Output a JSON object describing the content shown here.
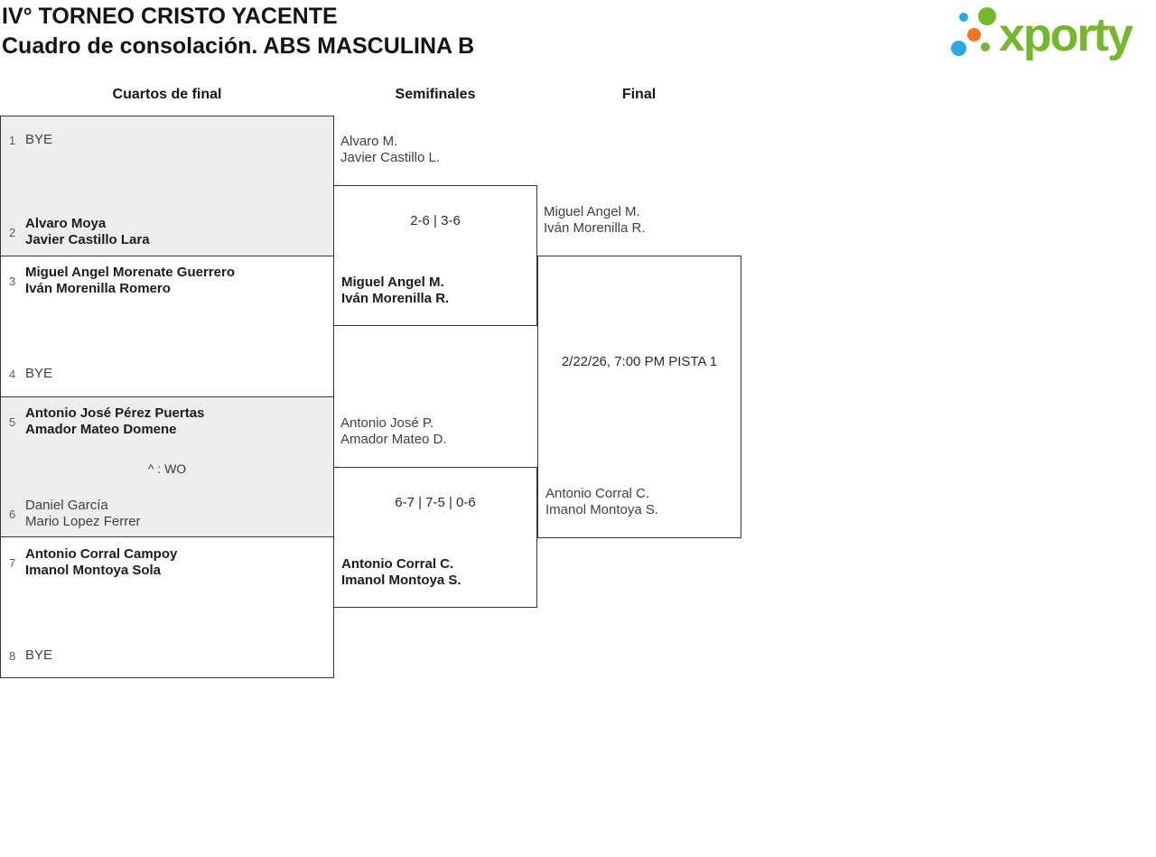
{
  "page": {
    "title_line1": "IV° TORNEO CRISTO YACENTE",
    "title_line2": "Cuadro de consolación. ABS MASCULINA B"
  },
  "logo": {
    "text": "xporty",
    "colors": {
      "green": "#76b82d",
      "blue": "#29a9e1",
      "orange": "#ee7622"
    }
  },
  "rounds": [
    {
      "label": "Cuartos de final"
    },
    {
      "label": "Semifinales"
    },
    {
      "label": "Final"
    }
  ],
  "quarterfinals": [
    {
      "seed_a": "1",
      "team_a": [
        "BYE"
      ],
      "seed_b": "2",
      "team_b": [
        "Alvaro Moya",
        "Javier Castillo Lara"
      ]
    },
    {
      "seed_a": "3",
      "team_a": [
        "Miguel Angel Morenate Guerrero",
        "Iván Morenilla Romero"
      ],
      "seed_b": "4",
      "team_b": [
        "BYE"
      ]
    },
    {
      "seed_a": "5",
      "team_a": [
        "Antonio José Pérez Puertas",
        "Amador Mateo Domene"
      ],
      "note": "^ : WO",
      "seed_b": "6",
      "team_b": [
        "Daniel García",
        "Mario Lopez Ferrer"
      ]
    },
    {
      "seed_a": "7",
      "team_a": [
        "Antonio Corral Campoy",
        "Imanol Montoya Sola"
      ],
      "seed_b": "8",
      "team_b": [
        "BYE"
      ]
    }
  ],
  "semifinals": [
    {
      "team_a": [
        "Alvaro M.",
        "Javier Castillo L."
      ],
      "score": "2-6 | 3-6",
      "winner": [
        "Miguel Angel M.",
        "Iván Morenilla R."
      ]
    },
    {
      "team_a": [
        "Antonio José P.",
        "Amador Mateo D."
      ],
      "score": "6-7 | 7-5 | 0-6",
      "winner": [
        "Antonio Corral C.",
        "Imanol Montoya S."
      ]
    }
  ],
  "final": {
    "team_a": [
      "Miguel Angel M.",
      "Iván Morenilla R."
    ],
    "schedule": "2/22/26, 7:00 PM PISTA 1",
    "team_b": [
      "Antonio Corral C.",
      "Imanol Montoya S."
    ]
  }
}
